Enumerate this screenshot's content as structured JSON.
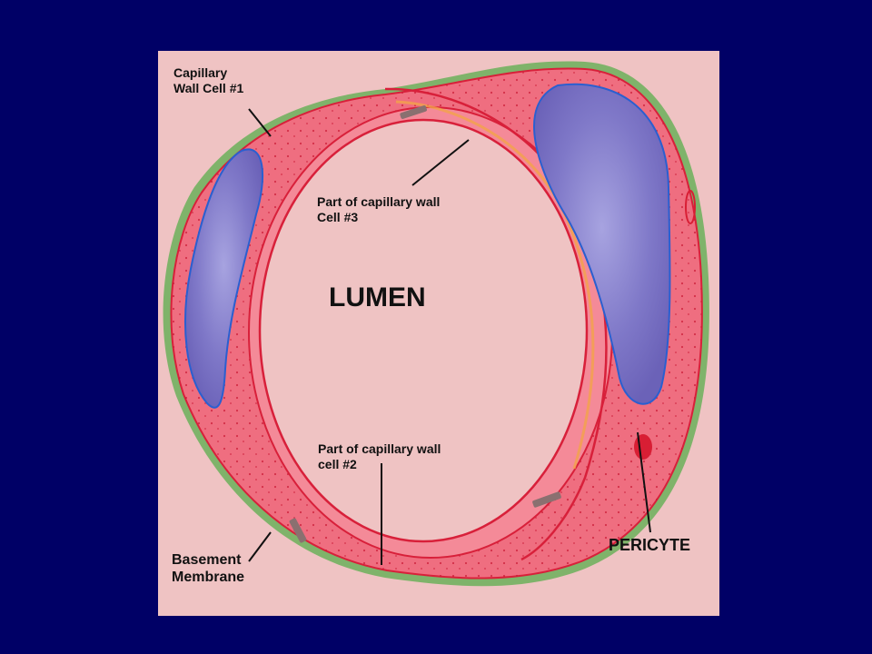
{
  "labels": {
    "wall_cell_1": "Capillary\nWall Cell #1",
    "wall_cell_3": "Part of capillary wall\nCell #3",
    "lumen": "LUMEN",
    "wall_cell_2": "Part of capillary wall\ncell #2",
    "basement_membrane": "Basement\nMembrane",
    "pericyte": "PERICYTE"
  },
  "colors": {
    "background": "#000066",
    "panel": "#efc3c3",
    "basement_membrane": "#7fb36a",
    "cell_cytoplasm": "#ef6e80",
    "cell_inner": "#f48a98",
    "nucleus": "#7f78c8",
    "nucleus_outline": "#2a5fd0",
    "cell_border": "#d8203a",
    "lumen": "#efc3c3"
  }
}
